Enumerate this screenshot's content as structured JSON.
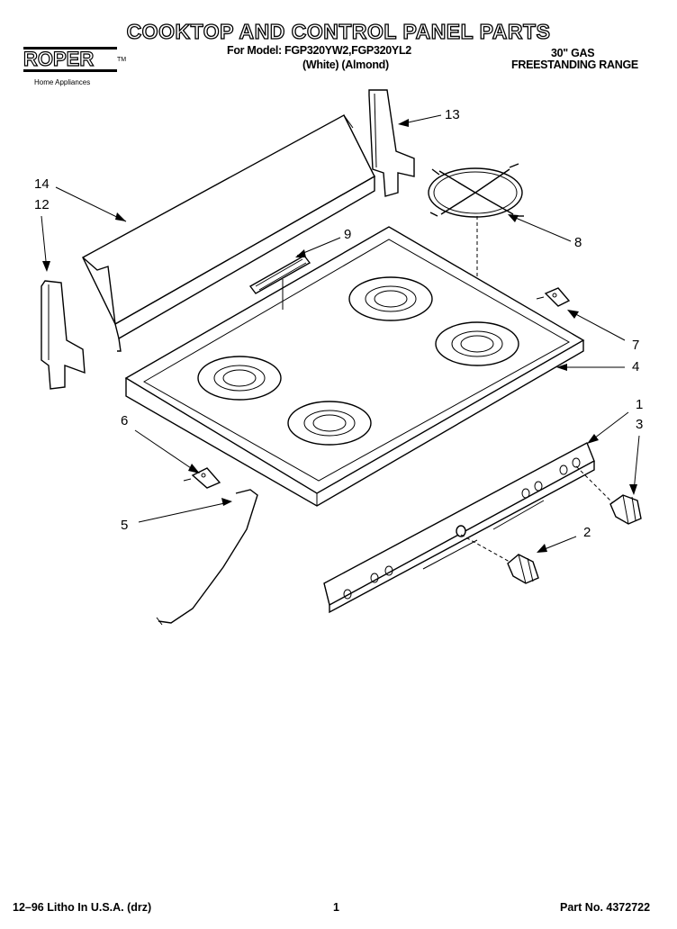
{
  "header": {
    "title": "COOKTOP AND CONTROL PANEL PARTS",
    "model_line": "For Model: FGP320YW2,FGP320YL2",
    "color_line": "(White)    (Almond)",
    "range_size": "30\" GAS",
    "range_type": "FREESTANDING RANGE"
  },
  "brand": {
    "name": "ROPER",
    "trademark": "TM",
    "subtitle": "Home Appliances"
  },
  "callouts": {
    "c1": "1",
    "c2": "2",
    "c3": "3",
    "c4": "4",
    "c5": "5",
    "c6": "6",
    "c7": "7",
    "c8": "8",
    "c9": "9",
    "c12": "12",
    "c13": "13",
    "c14": "14"
  },
  "footer": {
    "litho": "12–96 Litho In U.S.A. (drz)",
    "page": "1",
    "part_no": "Part No. 4372722"
  }
}
